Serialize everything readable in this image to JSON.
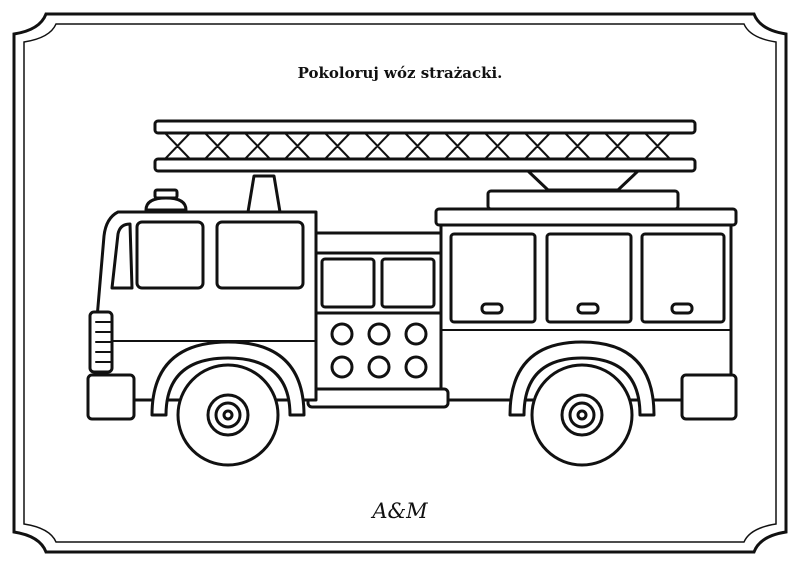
{
  "worksheet": {
    "title": "Pokoloruj wóz strażacki.",
    "signature": "A&M"
  },
  "colors": {
    "ink": "#111111",
    "paper": "#ffffff"
  },
  "icons": {
    "main": "fire-truck-icon",
    "frame": "ornamental-frame"
  }
}
